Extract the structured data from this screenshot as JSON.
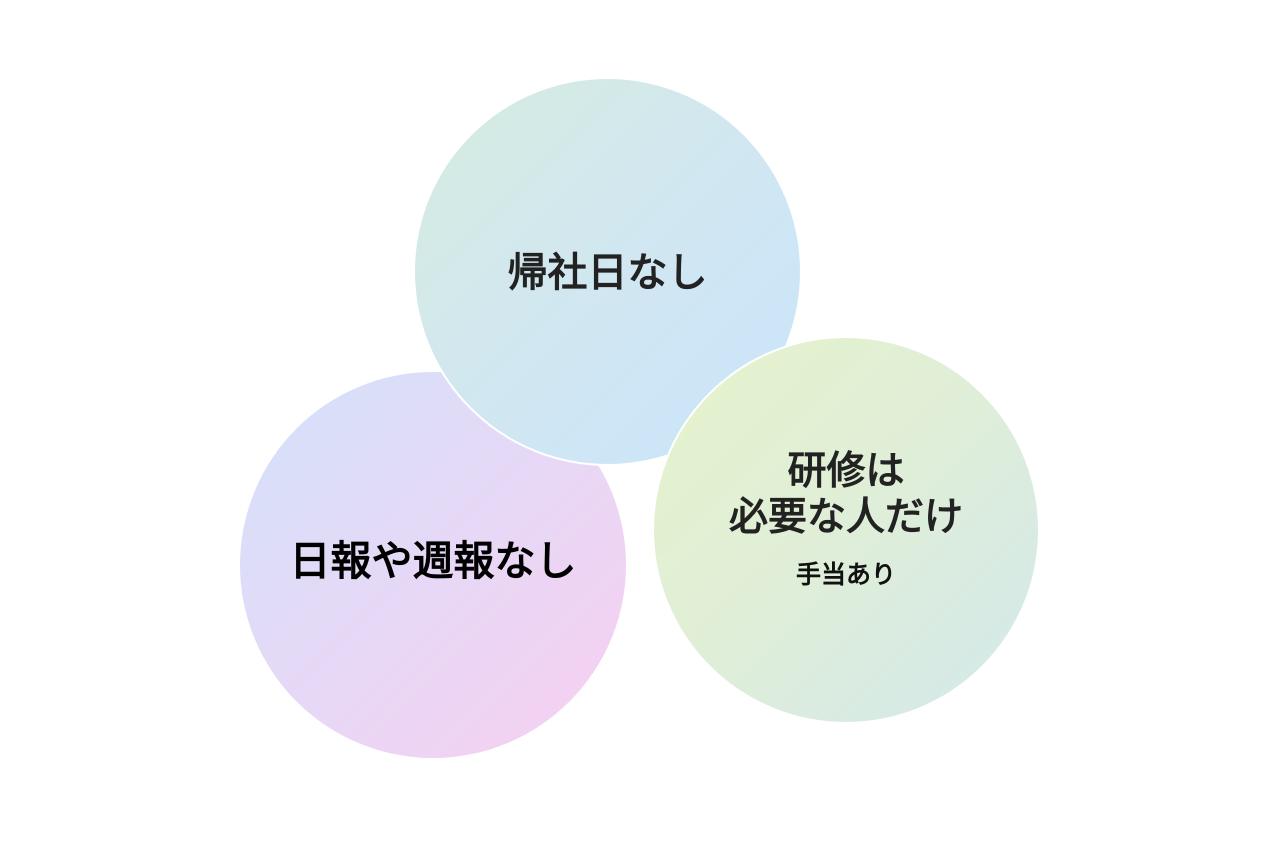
{
  "diagram": {
    "type": "three-circle-feature-diagram",
    "circles": [
      {
        "id": "top",
        "label": "帰社日なし",
        "gradient": {
          "from": "#d6ecdf",
          "to": "#c9e5fc"
        }
      },
      {
        "id": "bottom-left",
        "label": "日報や週報なし",
        "gradient": {
          "from": "#d3e2fa",
          "to": "#f8cff0"
        }
      },
      {
        "id": "bottom-right",
        "label_lines": [
          "研修は",
          "必要な人だけ"
        ],
        "sublabel": "手当あり",
        "gradient": {
          "from": "#e6f3cb",
          "to": "#d2e8ec"
        }
      }
    ],
    "text_color": "#222222",
    "background": "#ffffff"
  }
}
